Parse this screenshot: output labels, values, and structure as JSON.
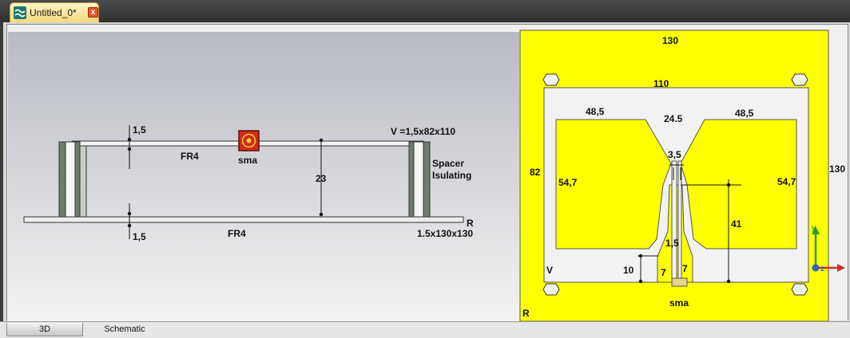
{
  "document_tab": {
    "title": "Untitled_0*",
    "close_glyph": "x",
    "icon": "app-wave-icon"
  },
  "bottom_tabs": [
    {
      "label": "3D"
    },
    {
      "label": "Schematic"
    }
  ],
  "side_view": {
    "dim_top_thickness": "1,5",
    "volume_label": "V =1,5x82x110",
    "top_material": "FR4",
    "connector_label": "sma",
    "gap_height": "23",
    "spacer_label_1": "Spacer",
    "spacer_label_2": "Isulating",
    "dim_bottom_thickness": "1,5",
    "bottom_material": "FR4",
    "reflector_tag": "R",
    "reflector_dims": "1.5x130x130"
  },
  "top_view": {
    "reflector_width": "130",
    "reflector_height": "130",
    "board_width": "110",
    "board_height": "82",
    "left_patch_top": "48,5",
    "right_patch_top": "48,5",
    "center_gap": "24.5",
    "feed_gap": "3,5",
    "left_patch_height": "54,7",
    "right_patch_height": "54,7",
    "feed_length": "41",
    "feed_width": "1,5",
    "notch_height": "10",
    "feed_side_left": "7",
    "feed_side_right": "7",
    "board_tag": "V",
    "reflector_tag": "R",
    "connector_label": "sma"
  },
  "axes": {
    "y_label": "y",
    "z_label": "z"
  },
  "colors": {
    "yellow": "#ffff00",
    "board": "#f2f2f2",
    "side_bg_top": "#b9bcc3",
    "side_bg_bottom": "#f1f1f1",
    "connector": "#d42a1a",
    "spacer": "#6c7c6c"
  }
}
